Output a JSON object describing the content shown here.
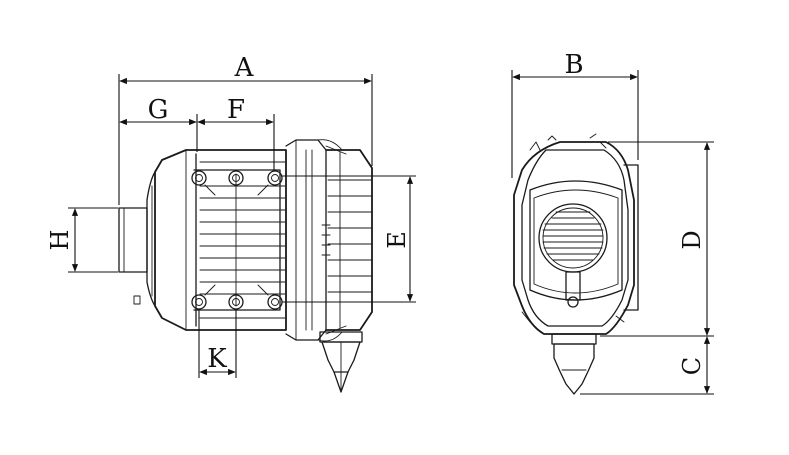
{
  "labels": {
    "A": "A",
    "B": "B",
    "C": "C",
    "D": "D",
    "E": "E",
    "F": "F",
    "G": "G",
    "H": "H",
    "K": "K"
  },
  "colors": {
    "line": "#1a1a1a",
    "background": "#ffffff"
  }
}
